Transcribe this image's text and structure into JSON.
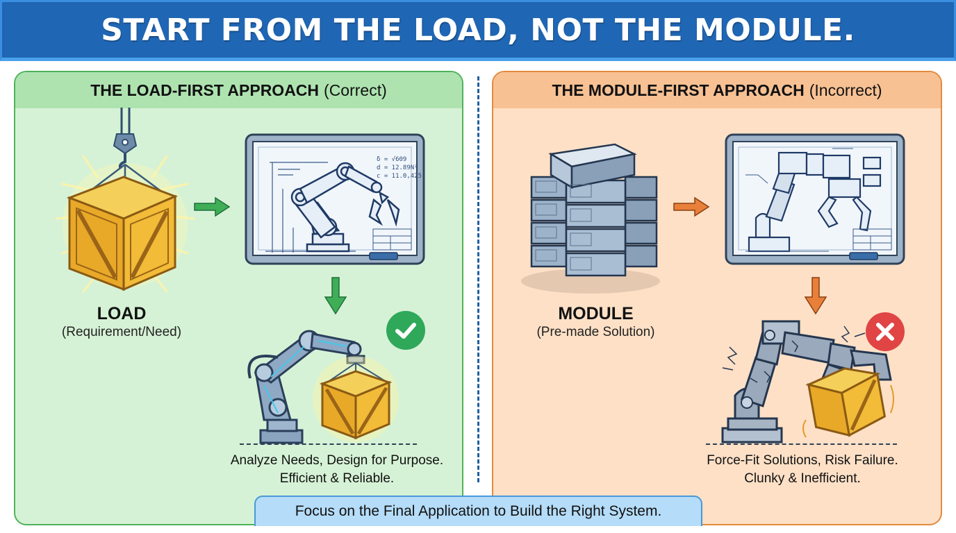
{
  "header": {
    "title": "START FROM THE LOAD, NOT THE MODULE."
  },
  "left_panel": {
    "title_bold": "THE LOAD-FIRST APPROACH",
    "title_qualifier": "(Correct)",
    "item": {
      "name": "LOAD",
      "description": "(Requirement/Need)"
    },
    "blueprint_annotations": [
      "ẟ = √609",
      "d = 12.89N²",
      "c = 11.0,425"
    ],
    "result_status": "check",
    "summary_line1": "Analyze Needs, Design for Purpose.",
    "summary_line2": "Efficient & Reliable.",
    "colors": {
      "background": "#d6f2d6",
      "header": "#aee3b0",
      "border": "#4fb25a",
      "arrow": "#3fae57",
      "badge": "#2fa85a"
    }
  },
  "right_panel": {
    "title_bold": "THE MODULE-FIRST APPROACH",
    "title_qualifier": "(Incorrect)",
    "item": {
      "name": "MODULE",
      "description": "(Pre-made Solution)"
    },
    "result_status": "cross",
    "summary_line1": "Force-Fit Solutions, Risk Failure.",
    "summary_line2": "Clunky & Inefficient.",
    "colors": {
      "background": "#fde0c6",
      "header": "#f8c193",
      "border": "#e38a3e",
      "arrow": "#e8803a",
      "badge": "#e04444"
    }
  },
  "footer": {
    "message": "Focus on the Final Application to Build the Right System."
  },
  "colors": {
    "header_bg": "#1f66b4",
    "divider": "#1f5f9e",
    "footer_bg": "#b5dcf8"
  }
}
